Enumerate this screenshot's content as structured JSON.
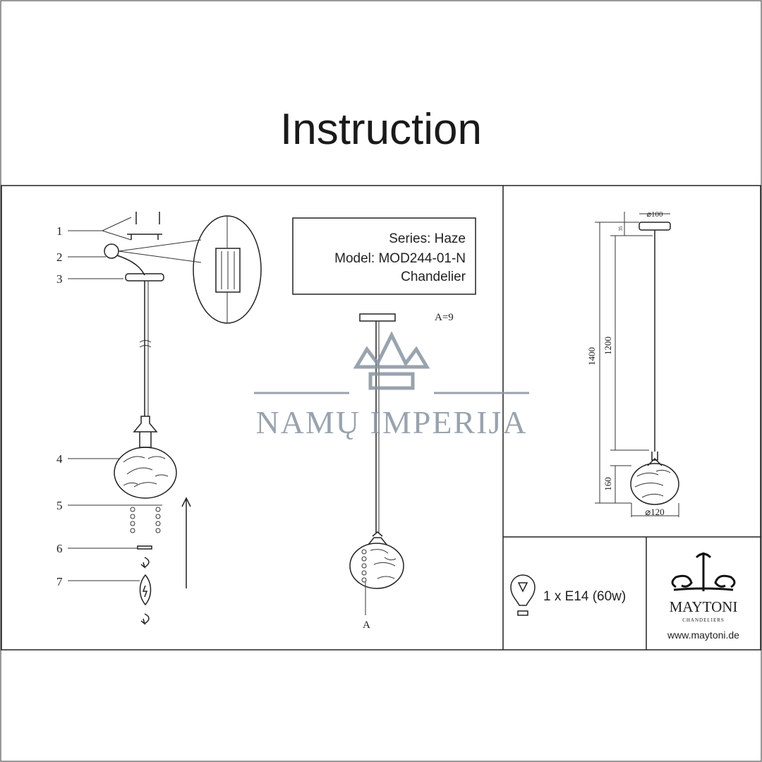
{
  "title": "Instruction",
  "info_box": {
    "series": "Series: Haze",
    "model": "Model: MOD244-01-N",
    "type": "Chandelier"
  },
  "parts": [
    "1",
    "2",
    "3",
    "4",
    "5",
    "6",
    "7"
  ],
  "center_diagram": {
    "count_label": "A=9",
    "pointer_label": "A"
  },
  "dimensions": {
    "canopy_diameter": "⌀100",
    "canopy_height": "35",
    "total_height": "1400",
    "cord_length": "1200",
    "shade_height": "160",
    "shade_diameter": "⌀120"
  },
  "bulb": {
    "spec": "1 x E14 (60w)",
    "icon": "light-bulb-icon"
  },
  "brand": {
    "name": "MAYTONI",
    "subtitle": "CHANDELIERS",
    "website": "www.maytoni.de"
  },
  "watermark": {
    "text": "NAMŲ IMPERIJA",
    "color": "#8894a0"
  }
}
